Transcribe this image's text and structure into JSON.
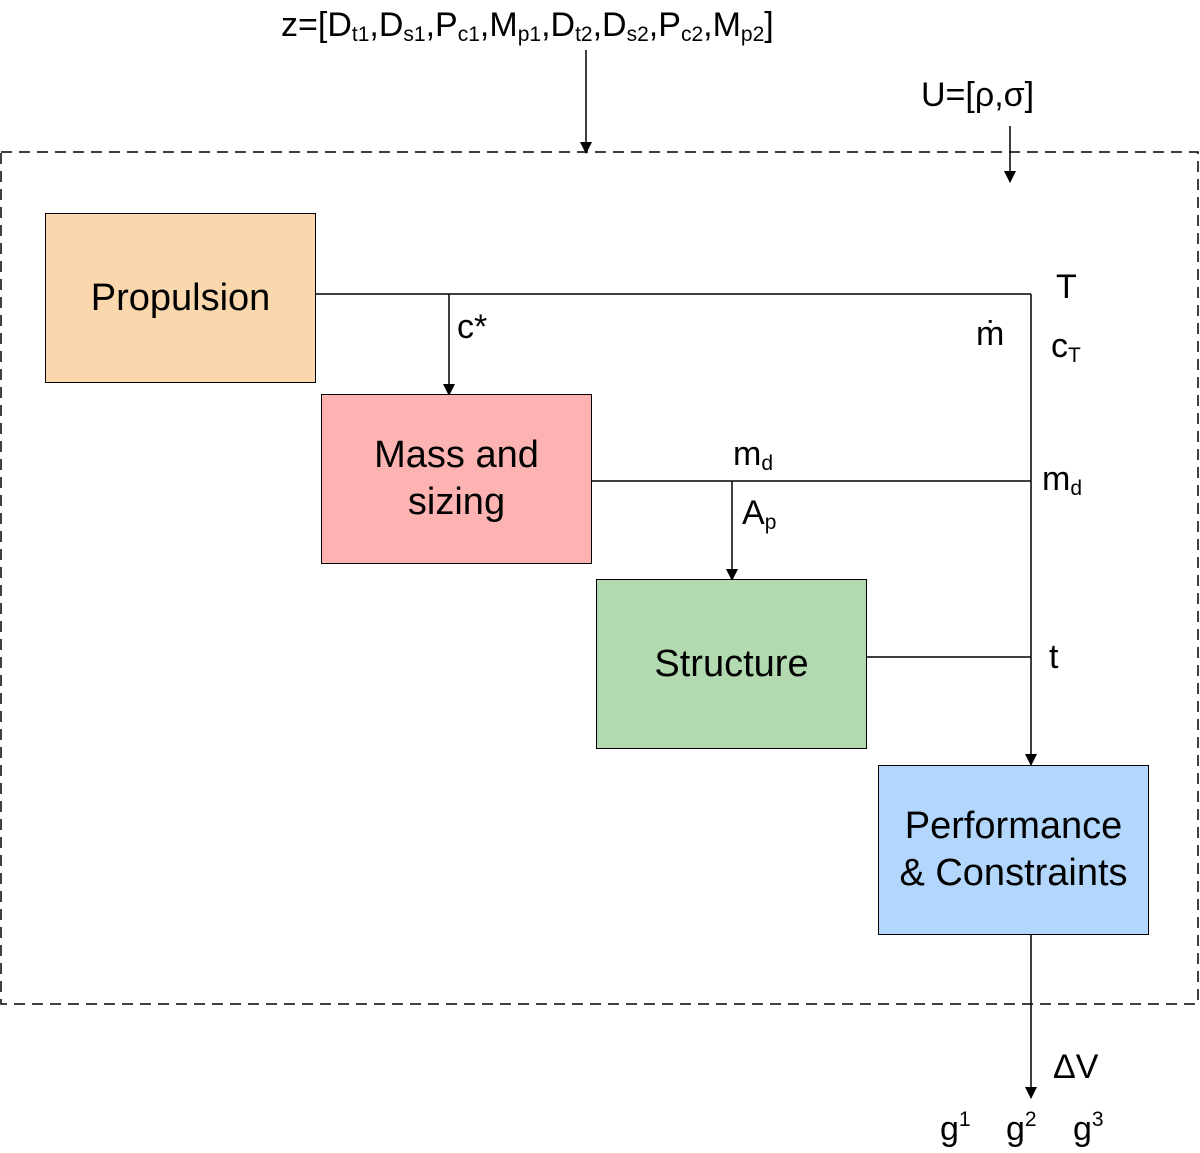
{
  "design_vector": {
    "lhs": "z=[",
    "items": [
      {
        "base": "D",
        "sub": "t1"
      },
      {
        "base": "D",
        "sub": "s1"
      },
      {
        "base": "P",
        "sub": "c1"
      },
      {
        "base": "M",
        "sub": "p1"
      },
      {
        "base": "D",
        "sub": "t2"
      },
      {
        "base": "D",
        "sub": "s2"
      },
      {
        "base": "P",
        "sub": "c2"
      },
      {
        "base": "M",
        "sub": "p2"
      }
    ],
    "separator": ",",
    "close": "]"
  },
  "uncertainty_vector": {
    "text": "U=[ρ,σ]"
  },
  "blocks": {
    "propulsion": {
      "label": "Propulsion",
      "color": "#fad7ac"
    },
    "mass_sizing": {
      "line1": "Mass and",
      "line2": "sizing",
      "color": "#feb3b3"
    },
    "structure": {
      "label": "Structure",
      "color": "#b3d9b1"
    },
    "performance": {
      "line1": "Performance",
      "line2": "& Constraints",
      "color": "#b3d6fd"
    }
  },
  "signals": {
    "c_star": "c*",
    "thrust": "T",
    "mdot": "ṁ",
    "cT": {
      "base": "c",
      "sub": "T"
    },
    "md_top": {
      "base": "m",
      "sub": "d"
    },
    "md_right": {
      "base": "m",
      "sub": "d"
    },
    "Ap": {
      "base": "A",
      "sub": "p"
    },
    "thickness": "t",
    "delta_v": "ΔV"
  },
  "outputs": [
    {
      "base": "g",
      "sup": "1"
    },
    {
      "base": "g",
      "sup": "2"
    },
    {
      "base": "g",
      "sup": "3"
    }
  ]
}
